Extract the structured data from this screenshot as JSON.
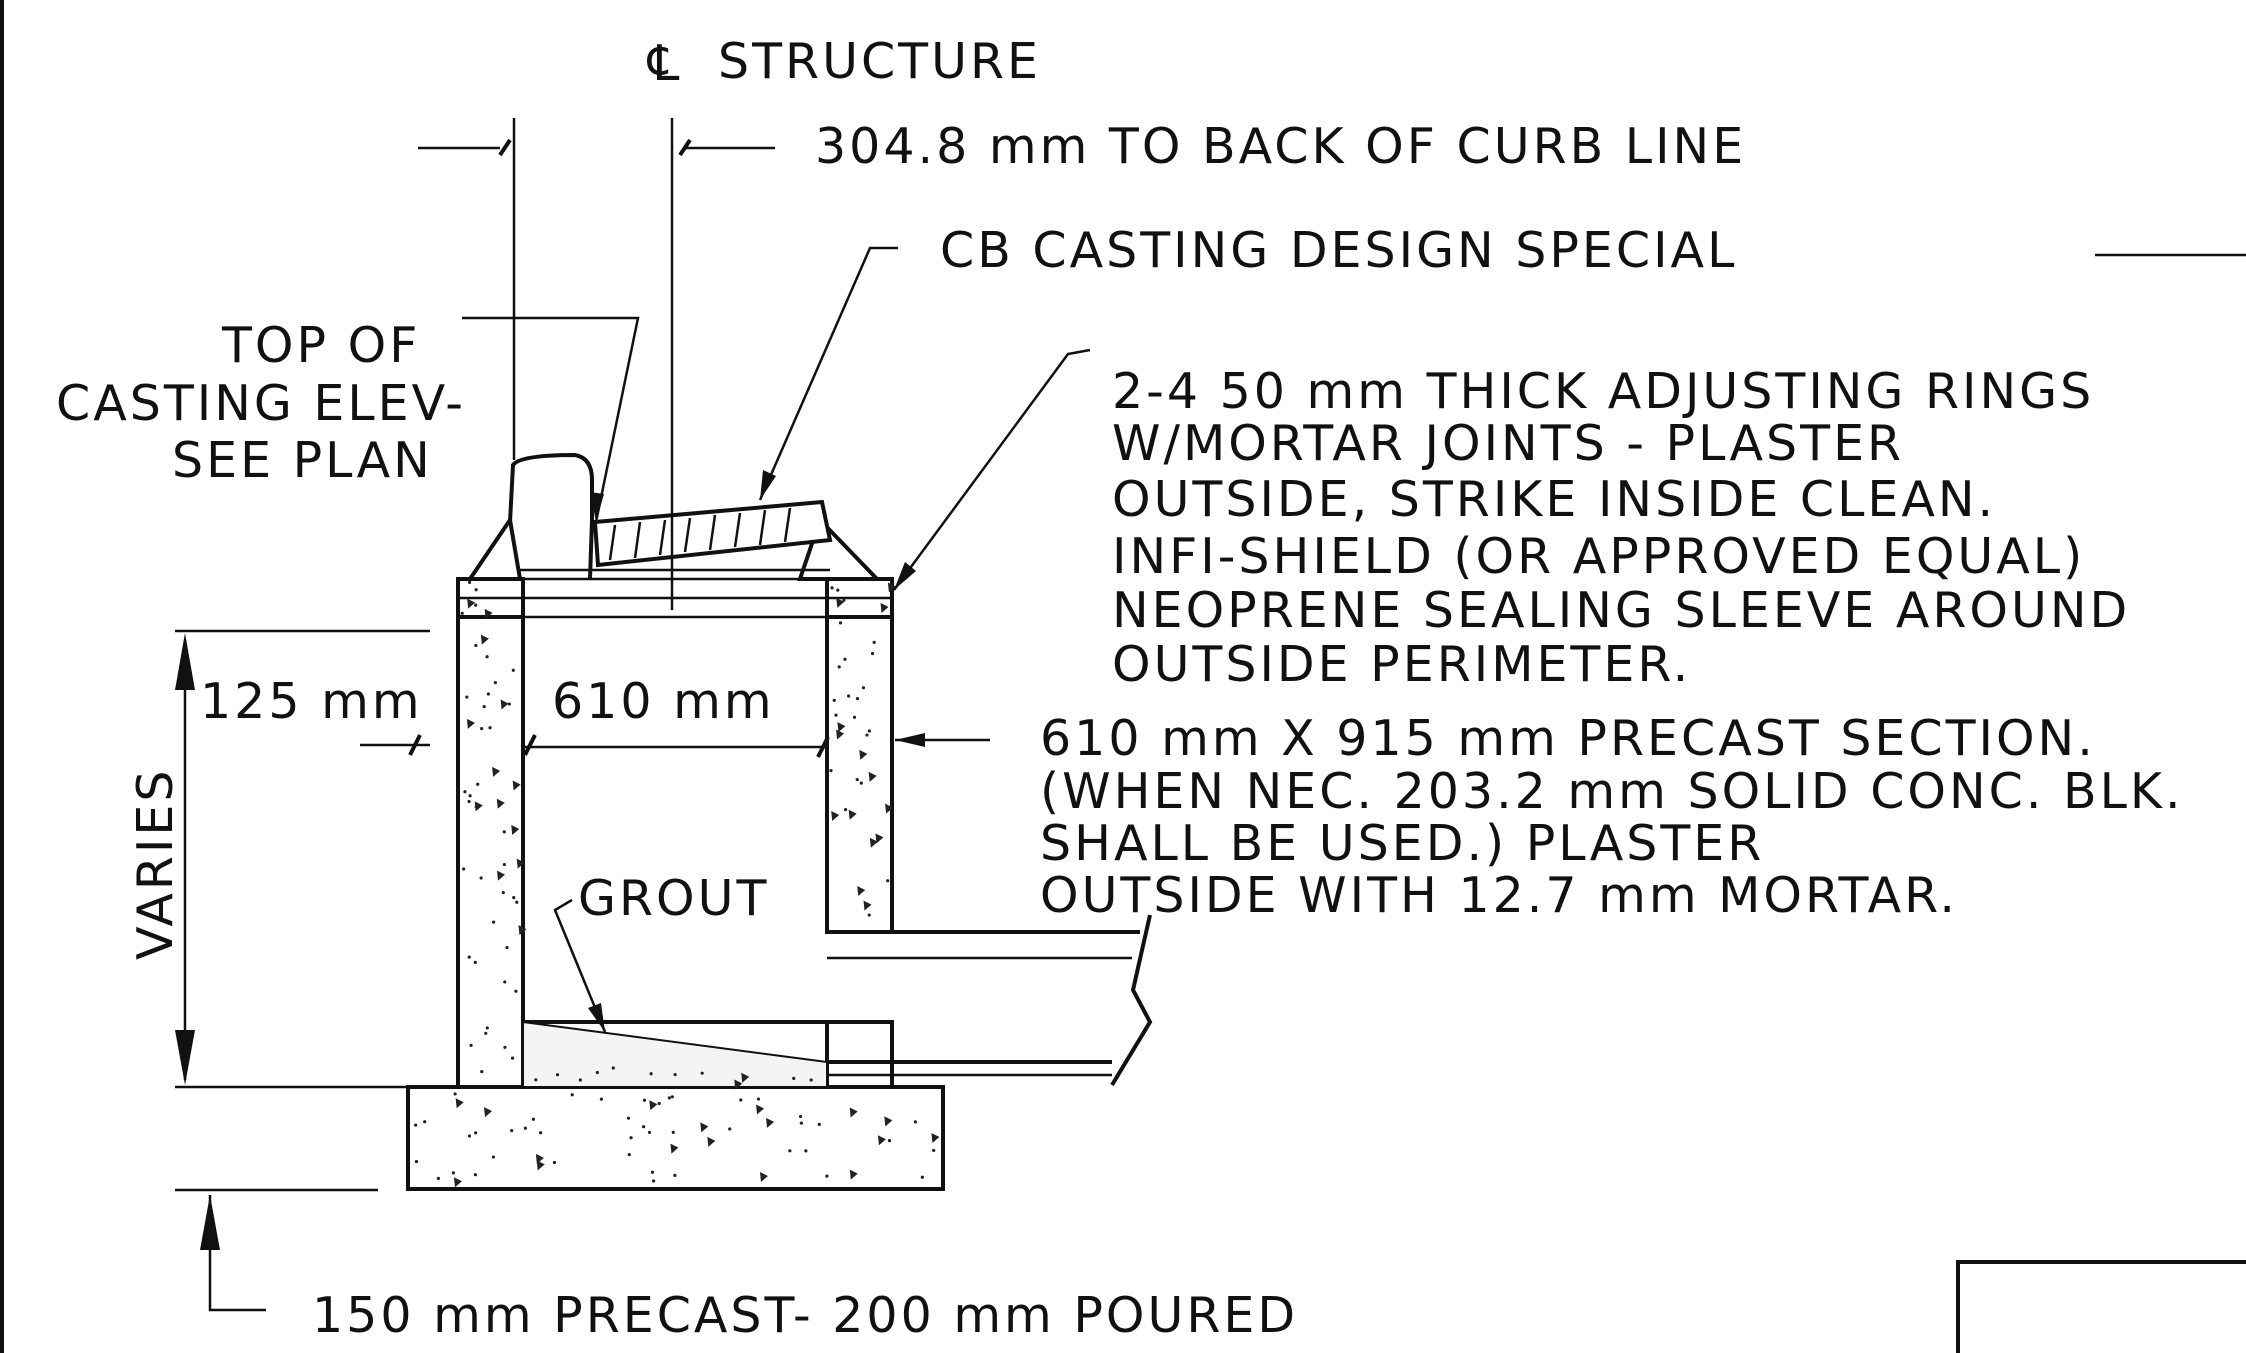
{
  "labels": {
    "cl_symbol": "℄",
    "structure": "STRUCTURE",
    "curb": "304.8 mm TO BACK OF CURB LINE",
    "casting": "CB CASTING DESIGN SPECIAL",
    "top_casting": [
      "TOP OF",
      "CASTING ELEV-",
      "SEE PLAN"
    ],
    "rings": [
      "2-4 50 mm THICK ADJUSTING RINGS",
      "W/MORTAR JOINTS - PLASTER",
      "OUTSIDE, STRIKE INSIDE CLEAN.",
      "INFI-SHIELD (OR APPROVED EQUAL)",
      "NEOPRENE SEALING SLEEVE AROUND",
      "OUTSIDE PERIMETER."
    ],
    "dim_125": "125 mm",
    "dim_610": "610 mm",
    "precast": [
      "610 mm X 915 mm PRECAST SECTION.",
      "(WHEN NEC. 203.2 mm SOLID CONC. BLK.",
      "SHALL BE USED.)  PLASTER",
      "OUTSIDE WITH 12.7 mm MORTAR."
    ],
    "varies": "VARIES",
    "grout": "GROUT",
    "base": "150 mm PRECAST- 200 mm POURED"
  }
}
